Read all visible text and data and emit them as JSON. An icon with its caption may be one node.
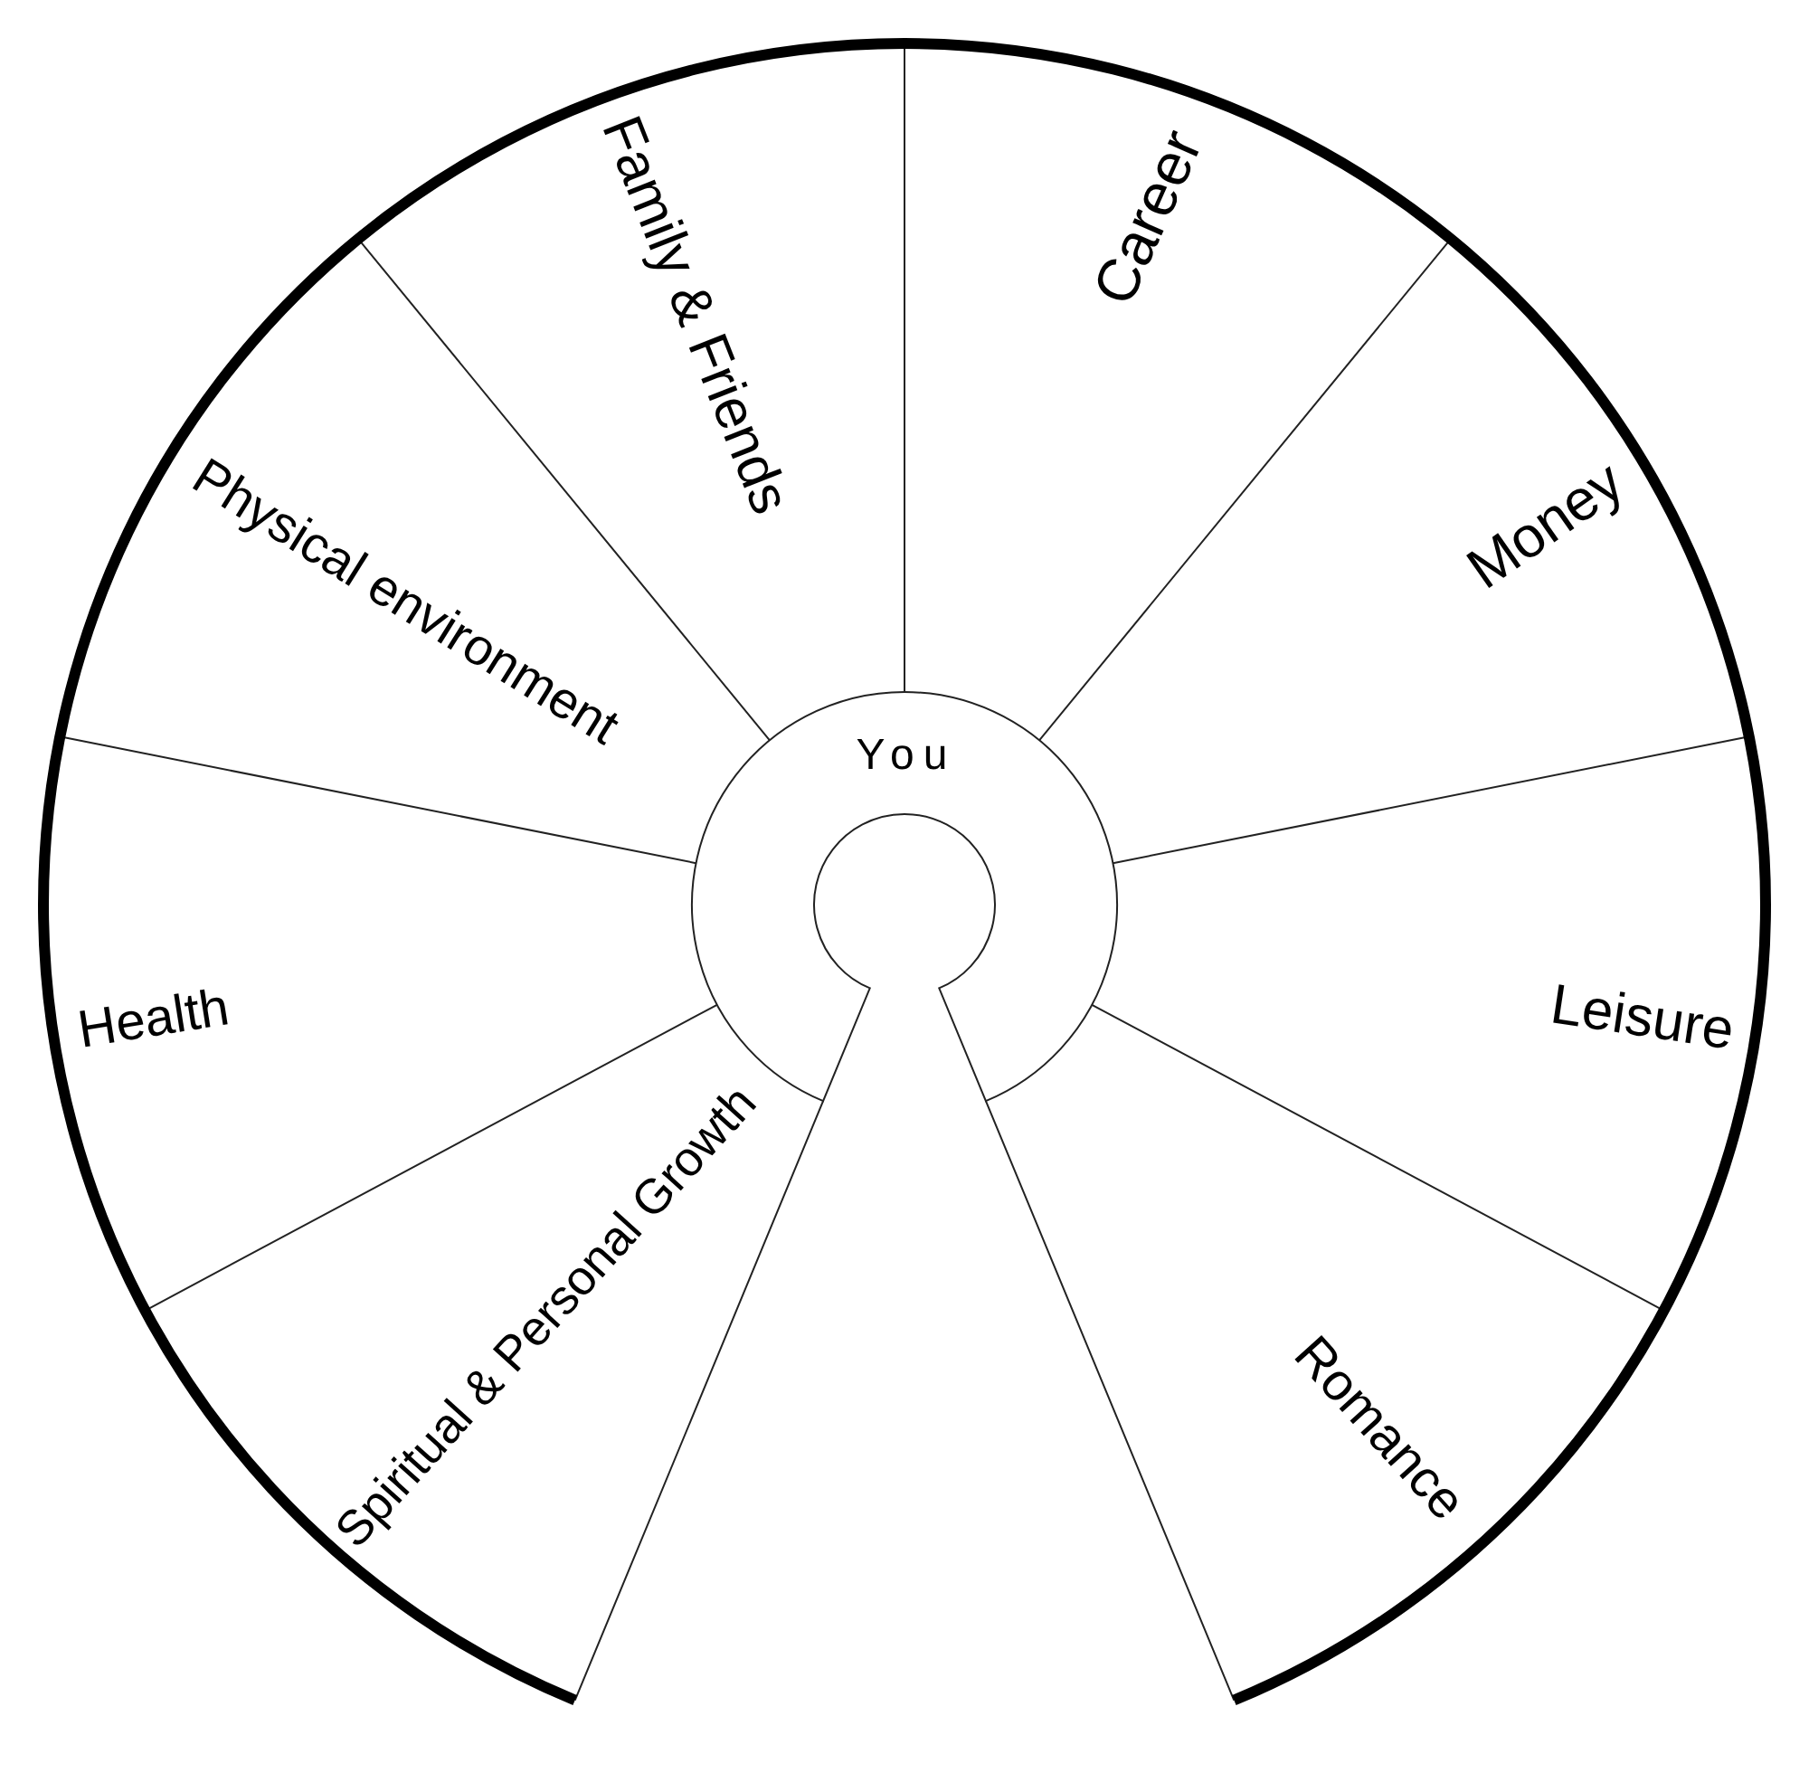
{
  "diagram": {
    "nodes": [
      {
        "text": [
          "Family & Friends"
        ]
      },
      {
        "text": [
          "Career"
        ]
      },
      {
        "text": [
          "Physical environment"
        ]
      },
      {
        "text": [
          "Money"
        ]
      },
      {
        "text": [
          "You"
        ]
      },
      {
        "text": [
          "Health"
        ]
      },
      {
        "text": [
          "Leisure"
        ]
      },
      {
        "text": [
          "Spiritual & Personal Growth"
        ]
      },
      {
        "text": [
          "Romance"
        ]
      }
    ]
  }
}
